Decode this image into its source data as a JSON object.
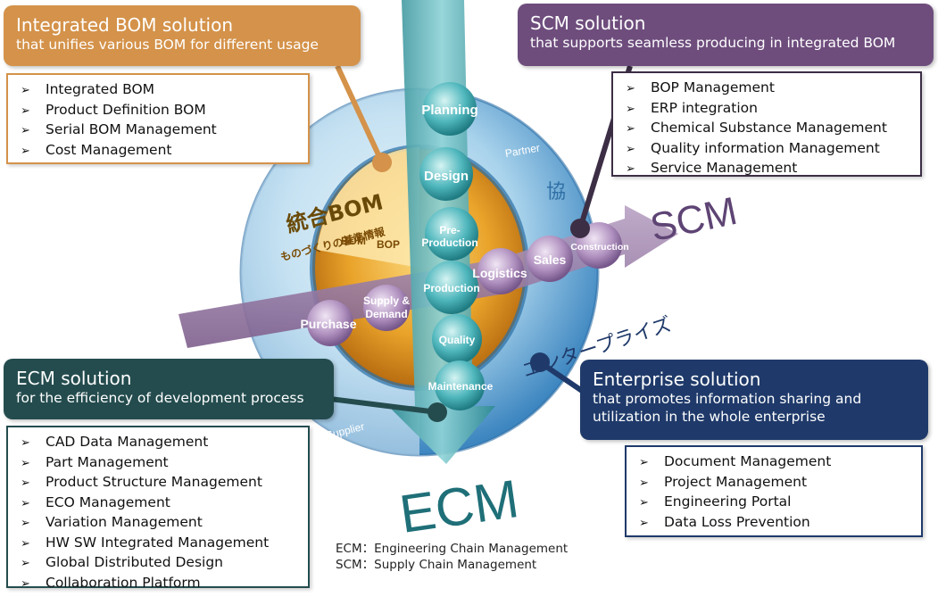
{
  "callouts": {
    "bom": {
      "title": "Integrated BOM solution",
      "subtitle": "that unifies various BOM for different usage",
      "color": "#d4924a",
      "items": [
        "Integrated BOM",
        "Product Definition BOM",
        "Serial BOM Management",
        "Cost Management"
      ]
    },
    "scm": {
      "title": "SCM solution",
      "subtitle": "that supports seamless producing in integrated BOM",
      "color": "#6e4d7d",
      "items": [
        "BOP Management",
        "ERP integration",
        "Chemical Substance Management",
        "Quality information Management",
        "Service Management"
      ]
    },
    "ecm": {
      "title": "ECM solution",
      "subtitle": "for the efficiency of development process",
      "color": "#244c4e",
      "items": [
        "CAD Data Management",
        "Part Management",
        "Product Structure Management",
        "ECO Management",
        "Variation Management",
        "HW SW Integrated Management",
        "Global Distributed Design",
        "Collaboration Platform"
      ]
    },
    "enterprise": {
      "title": "Enterprise solution",
      "subtitle_line1": "that promotes information sharing and",
      "subtitle_line2": "utilization in the whole enterprise",
      "color": "#1f3a6a",
      "items": [
        "Document Management",
        "Project Management",
        "Engineering Portal",
        "Data Loss Prevention"
      ]
    }
  },
  "bullet_symbol": "➢",
  "diagram": {
    "ecm_stages": [
      "Planning",
      "Design",
      "Pre-",
      "Production",
      "Production",
      "Quality",
      "Maintenance"
    ],
    "scm_stages": [
      "Purchase",
      "Supply &",
      "Demand",
      "Logistics",
      "Sales",
      "Construction"
    ],
    "ecm_label": "ECM",
    "scm_label": "SCM",
    "bom_label": "統合BOM",
    "bom_sub": "ものづくりの基準情報",
    "bom_tag": "BOM",
    "bop_tag": "BOP",
    "enterprise_label": "エンタープライズ",
    "partner_label": "Partner",
    "supplier_label": "Supplier",
    "kanji_label": "協"
  },
  "legend": {
    "line1": "ECM：Engineering Chain Management",
    "line2": "SCM：Supply Chain Management"
  }
}
